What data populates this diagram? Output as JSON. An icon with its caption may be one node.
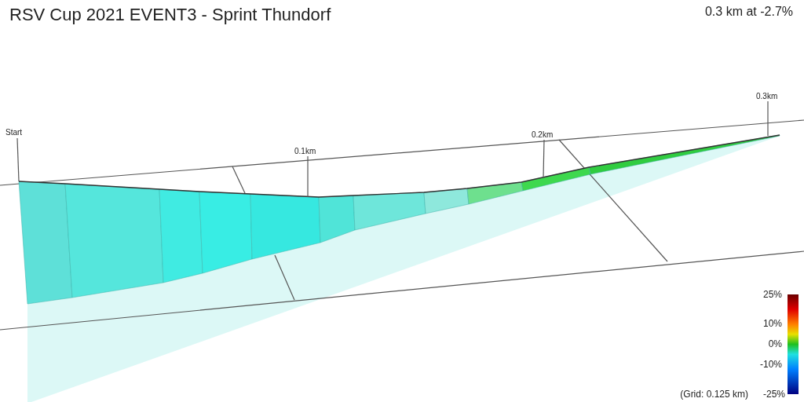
{
  "diagram": {
    "title": "RSV Cup 2021 EVENT3 - Sprint Thundorf",
    "nodes": [
      {
        "text": [
          "Start"
        ]
      },
      {
        "text": [
          "0.1km"
        ]
      },
      {
        "text": [
          "0.2km"
        ]
      },
      {
        "text": [
          "0.3km"
        ]
      }
    ],
    "edges": [
      {
        "from": 0,
        "to": null,
        "arrow": "none"
      },
      {
        "from": 1,
        "to": null,
        "arrow": "none"
      },
      {
        "from": 2,
        "to": null,
        "arrow": "none"
      },
      {
        "from": 3,
        "to": null,
        "arrow": "none"
      }
    ],
    "labels": [
      "0.3 km at -2.7%",
      "25%",
      "10%",
      "0%",
      "-10%",
      "(Grid: 0.125 km)",
      "-25%"
    ]
  }
}
